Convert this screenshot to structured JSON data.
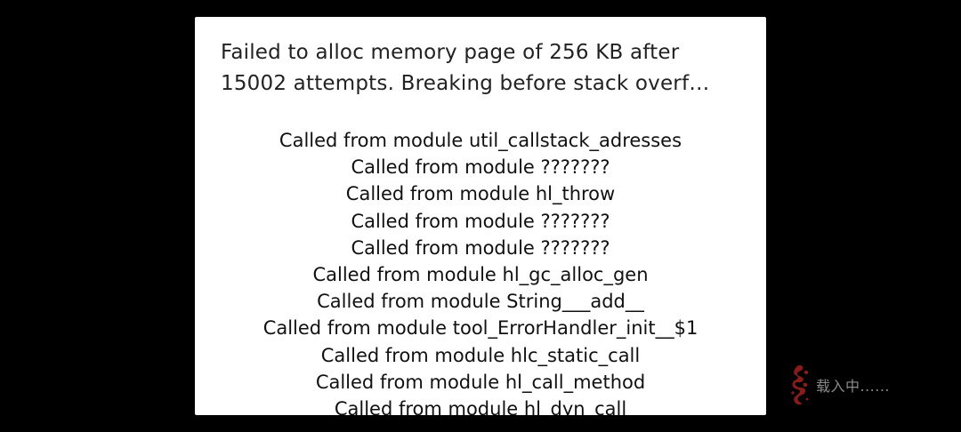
{
  "dialog": {
    "message_line1": "Failed to alloc memory page of 256 KB after",
    "message_line2": "15002 attempts. Breaking before stack overf…",
    "stack": [
      "Called from module util_callstack_adresses",
      "Called from module ???????",
      "Called from module hl_throw",
      "Called from module ???????",
      "Called from module ???????",
      "Called from module hl_gc_alloc_gen",
      "Called from module String___add__",
      "Called from module tool_ErrorHandler_init__$1",
      "Called from module hlc_static_call",
      "Called from module hl_call_method",
      "Called from module hl_dyn_call"
    ]
  },
  "loading": {
    "text": "载入中......",
    "logo_icon": "red-ink-logo-icon",
    "logo_color": "#8b1a1a"
  },
  "colors": {
    "background": "#000000",
    "dialog_background": "#ffffff",
    "text": "#111111"
  }
}
